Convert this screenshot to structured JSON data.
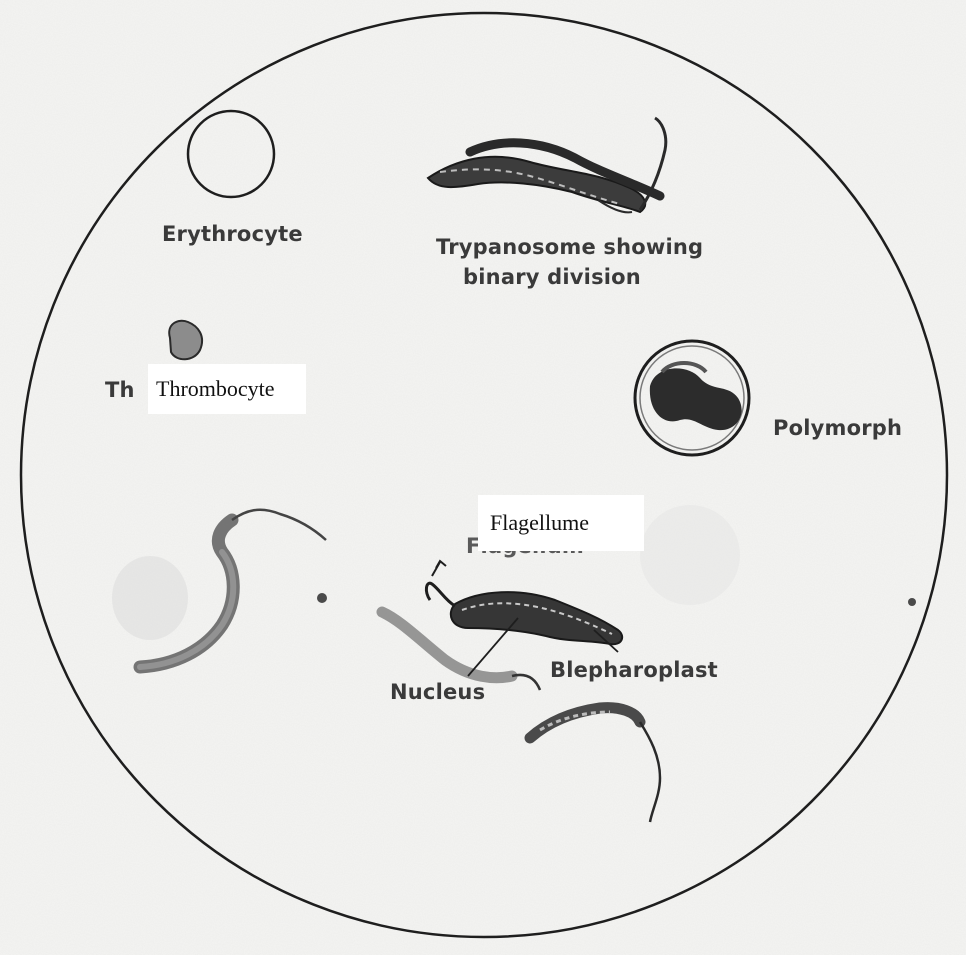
{
  "labels": {
    "erythrocyte": "Erythrocyte",
    "trypanosome_line1": "Trypanosome showing",
    "trypanosome_line2": "binary division",
    "thrombocyte_partial": "Th",
    "thrombocyte": "Thrombocyte",
    "polymorph": "Polymorph",
    "flagellum_obscured": "Flagellum",
    "flagellume": "Flagellume",
    "nucleus": "Nucleus",
    "blepharoplast": "Blepharoplast"
  },
  "colors": {
    "background": "#f3f3f1",
    "ink": "#1e1e1e",
    "label_text": "#3a3a3a",
    "patch_background": "#ffffff"
  }
}
